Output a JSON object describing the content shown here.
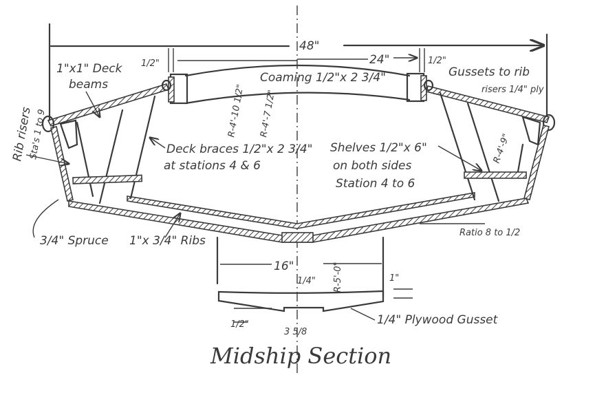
{
  "drawing": {
    "title": "Midship Section",
    "dimensions": {
      "overall_beam": "48\"",
      "half_cockpit": "24\"",
      "coaming_offset_left": "1/2\"",
      "coaming_offset_right": "1/2\"",
      "gusset_width": "16\"",
      "gusset_depth_center": "1/4\"",
      "gusset_depth_edge": "1\"",
      "gusset_side_drop": "1/2\"",
      "notch_width": "3 5/8",
      "radius_coaming_outer": "R-4'-10 1/2\"",
      "radius_coaming_inner": "R-4'-7 1/2\"",
      "radius_deck": "R-4'-9\"",
      "radius_bottom": "R-5'-0\""
    },
    "labels": {
      "deck_beams_1": "1\"x1\" Deck",
      "deck_beams_2": "beams",
      "rib_risers_1": "Rib risers",
      "rib_risers_2": "Sta's 1 to 9",
      "coaming": "Coaming 1/2\"x 2 3/4\"",
      "gussets_1": "Gussets to rib",
      "gussets_2": "risers 1/4\" ply",
      "deck_braces_1": "Deck braces 1/2\"x 2 3/4\"",
      "deck_braces_2": "at stations 4 & 6",
      "shelves_1": "Shelves 1/2\"x 6\"",
      "shelves_2": "on both sides",
      "shelves_3": "Station 4 to 6",
      "spruce": "3/4\" Spruce",
      "ribs": "1\"x 3/4\" Ribs",
      "ratio": "Ratio 8 to 1/2",
      "plywood_gusset": "1/4\" Plywood Gusset"
    }
  }
}
